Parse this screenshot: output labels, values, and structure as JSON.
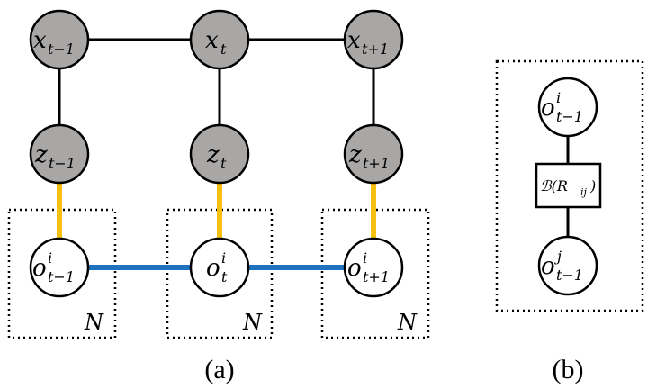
{
  "panel_a": {
    "latent_nodes": [
      {
        "base": "x",
        "sub": "t−1"
      },
      {
        "base": "x",
        "sub": "t"
      },
      {
        "base": "x",
        "sub": "t+1"
      }
    ],
    "mid_nodes": [
      {
        "base": "z",
        "sub": "t−1"
      },
      {
        "base": "z",
        "sub": "t"
      },
      {
        "base": "z",
        "sub": "t+1"
      }
    ],
    "obs_nodes": [
      {
        "base": "o",
        "sup": "i",
        "sub": "t−1"
      },
      {
        "base": "o",
        "sup": "i",
        "sub": "t"
      },
      {
        "base": "o",
        "sup": "i",
        "sub": "t+1"
      }
    ],
    "plate_label": "N",
    "caption": "(a)"
  },
  "panel_b": {
    "top_node": {
      "base": "o",
      "sup": "i",
      "sub": "t−1"
    },
    "factor_label": "ℬ(R",
    "factor_sub": "ij",
    "factor_close": ")",
    "bottom_node": {
      "base": "o",
      "sup": "j",
      "sub": "t−1"
    },
    "caption": "(b)"
  },
  "colors": {
    "shaded_node": "#a9a6a6",
    "edge_yellow": "#f5c010",
    "edge_blue": "#1f72c0",
    "edge_black": "#000000"
  }
}
